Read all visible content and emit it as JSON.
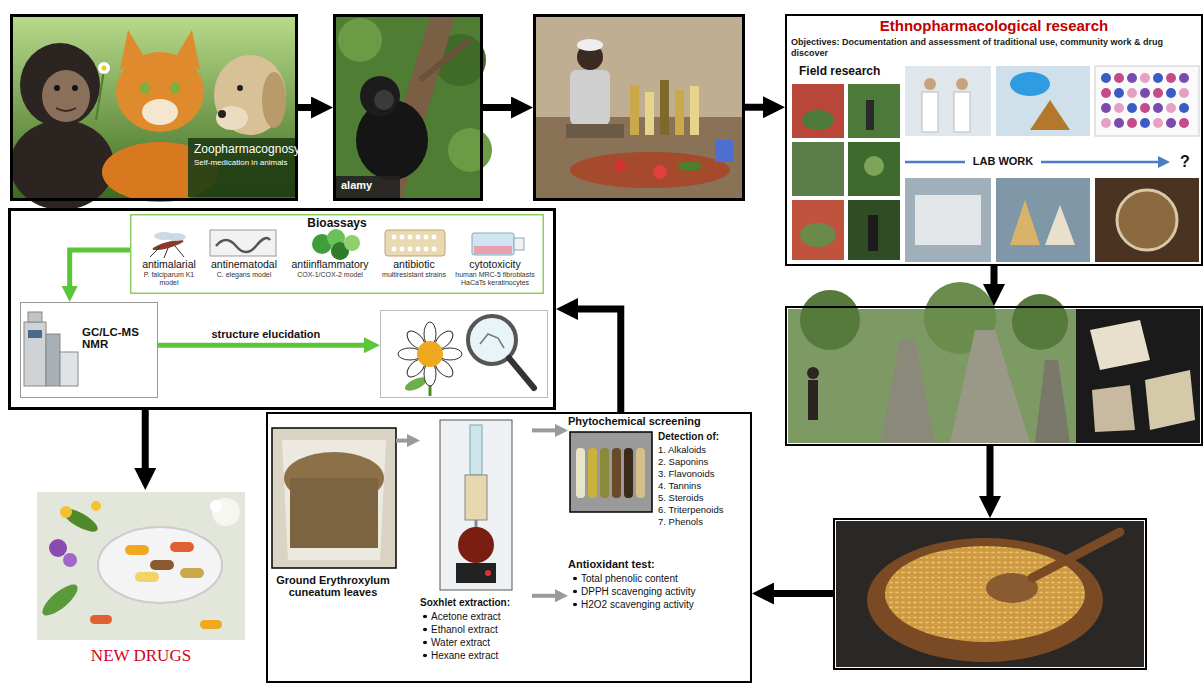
{
  "diagram": {
    "nodes": [
      {
        "text": [
          "Zoopharmacognosy",
          "Self-medication in animals"
        ]
      },
      {
        "text": [
          "alamy"
        ]
      },
      {
        "text": []
      },
      {
        "text": [
          "Ethnopharmacological research",
          "Objectives: Documentation and assessment of traditional use, community work & drug discover",
          "Field research",
          "LAB WORK",
          "?"
        ]
      },
      {
        "text": []
      },
      {
        "text": []
      },
      {
        "text": []
      },
      {
        "text": [
          "Bioassays",
          "antimalarial",
          "P. falciparum K1 model",
          "antinematodal",
          "C. elegans model",
          "antiinflammatory",
          "COX-1/COX-2 model",
          "antibiotic",
          "multiresistant strains",
          "cytotoxicity",
          "human MRC-5 fibroblasts HaCaTs keratinocytes"
        ],
        "in": 6
      },
      {
        "text": [
          "GC/LC-MS NMR"
        ],
        "in": 6
      },
      {
        "text": [],
        "in": 6
      },
      {
        "text": [
          "NEW DRUGS"
        ]
      },
      {
        "text": []
      },
      {
        "text": [
          "Ground Erythroxylum cuneatum leaves"
        ],
        "in": 11
      },
      {
        "text": [
          "Soxhlet extraction:",
          "Acetone extract",
          "Ethanol extract",
          "Water extract",
          "Hexane extract"
        ],
        "in": 11
      },
      {
        "text": [
          "Phytochemical screening",
          "Detection of:",
          "1. Alkaloids",
          "2. Saponins",
          "3. Flavonoids",
          "4. Tannins",
          "5. Steroids",
          "6. Triterpenoids",
          "7. Phenols"
        ],
        "in": 11
      },
      {
        "text": [
          "Antioxidant test:",
          "Total phenolic content",
          "DPPH scavenging activity",
          "H2O2 scavenging activity"
        ],
        "in": 11
      }
    ],
    "edges": [
      {
        "from": 0,
        "to": 1,
        "arrow": "to"
      },
      {
        "from": 1,
        "to": 2,
        "arrow": "to"
      },
      {
        "from": 2,
        "to": 3,
        "arrow": "to"
      },
      {
        "from": 3,
        "to": 4,
        "arrow": "to"
      },
      {
        "from": 4,
        "to": 5,
        "arrow": "to"
      },
      {
        "from": 5,
        "to": 11,
        "arrow": "to"
      },
      {
        "from": 11,
        "to": 6,
        "arrow": "to"
      },
      {
        "from": 6,
        "to": 10,
        "arrow": "to"
      },
      {
        "from": 7,
        "to": 8,
        "arrow": "to"
      },
      {
        "from": 8,
        "to": 9,
        "label": "structure elucidation",
        "arrow": "to"
      },
      {
        "from": 12,
        "to": 13,
        "arrow": "to"
      },
      {
        "from": 13,
        "to": 14,
        "arrow": "to"
      },
      {
        "from": 13,
        "to": 15,
        "arrow": "to"
      }
    ]
  }
}
